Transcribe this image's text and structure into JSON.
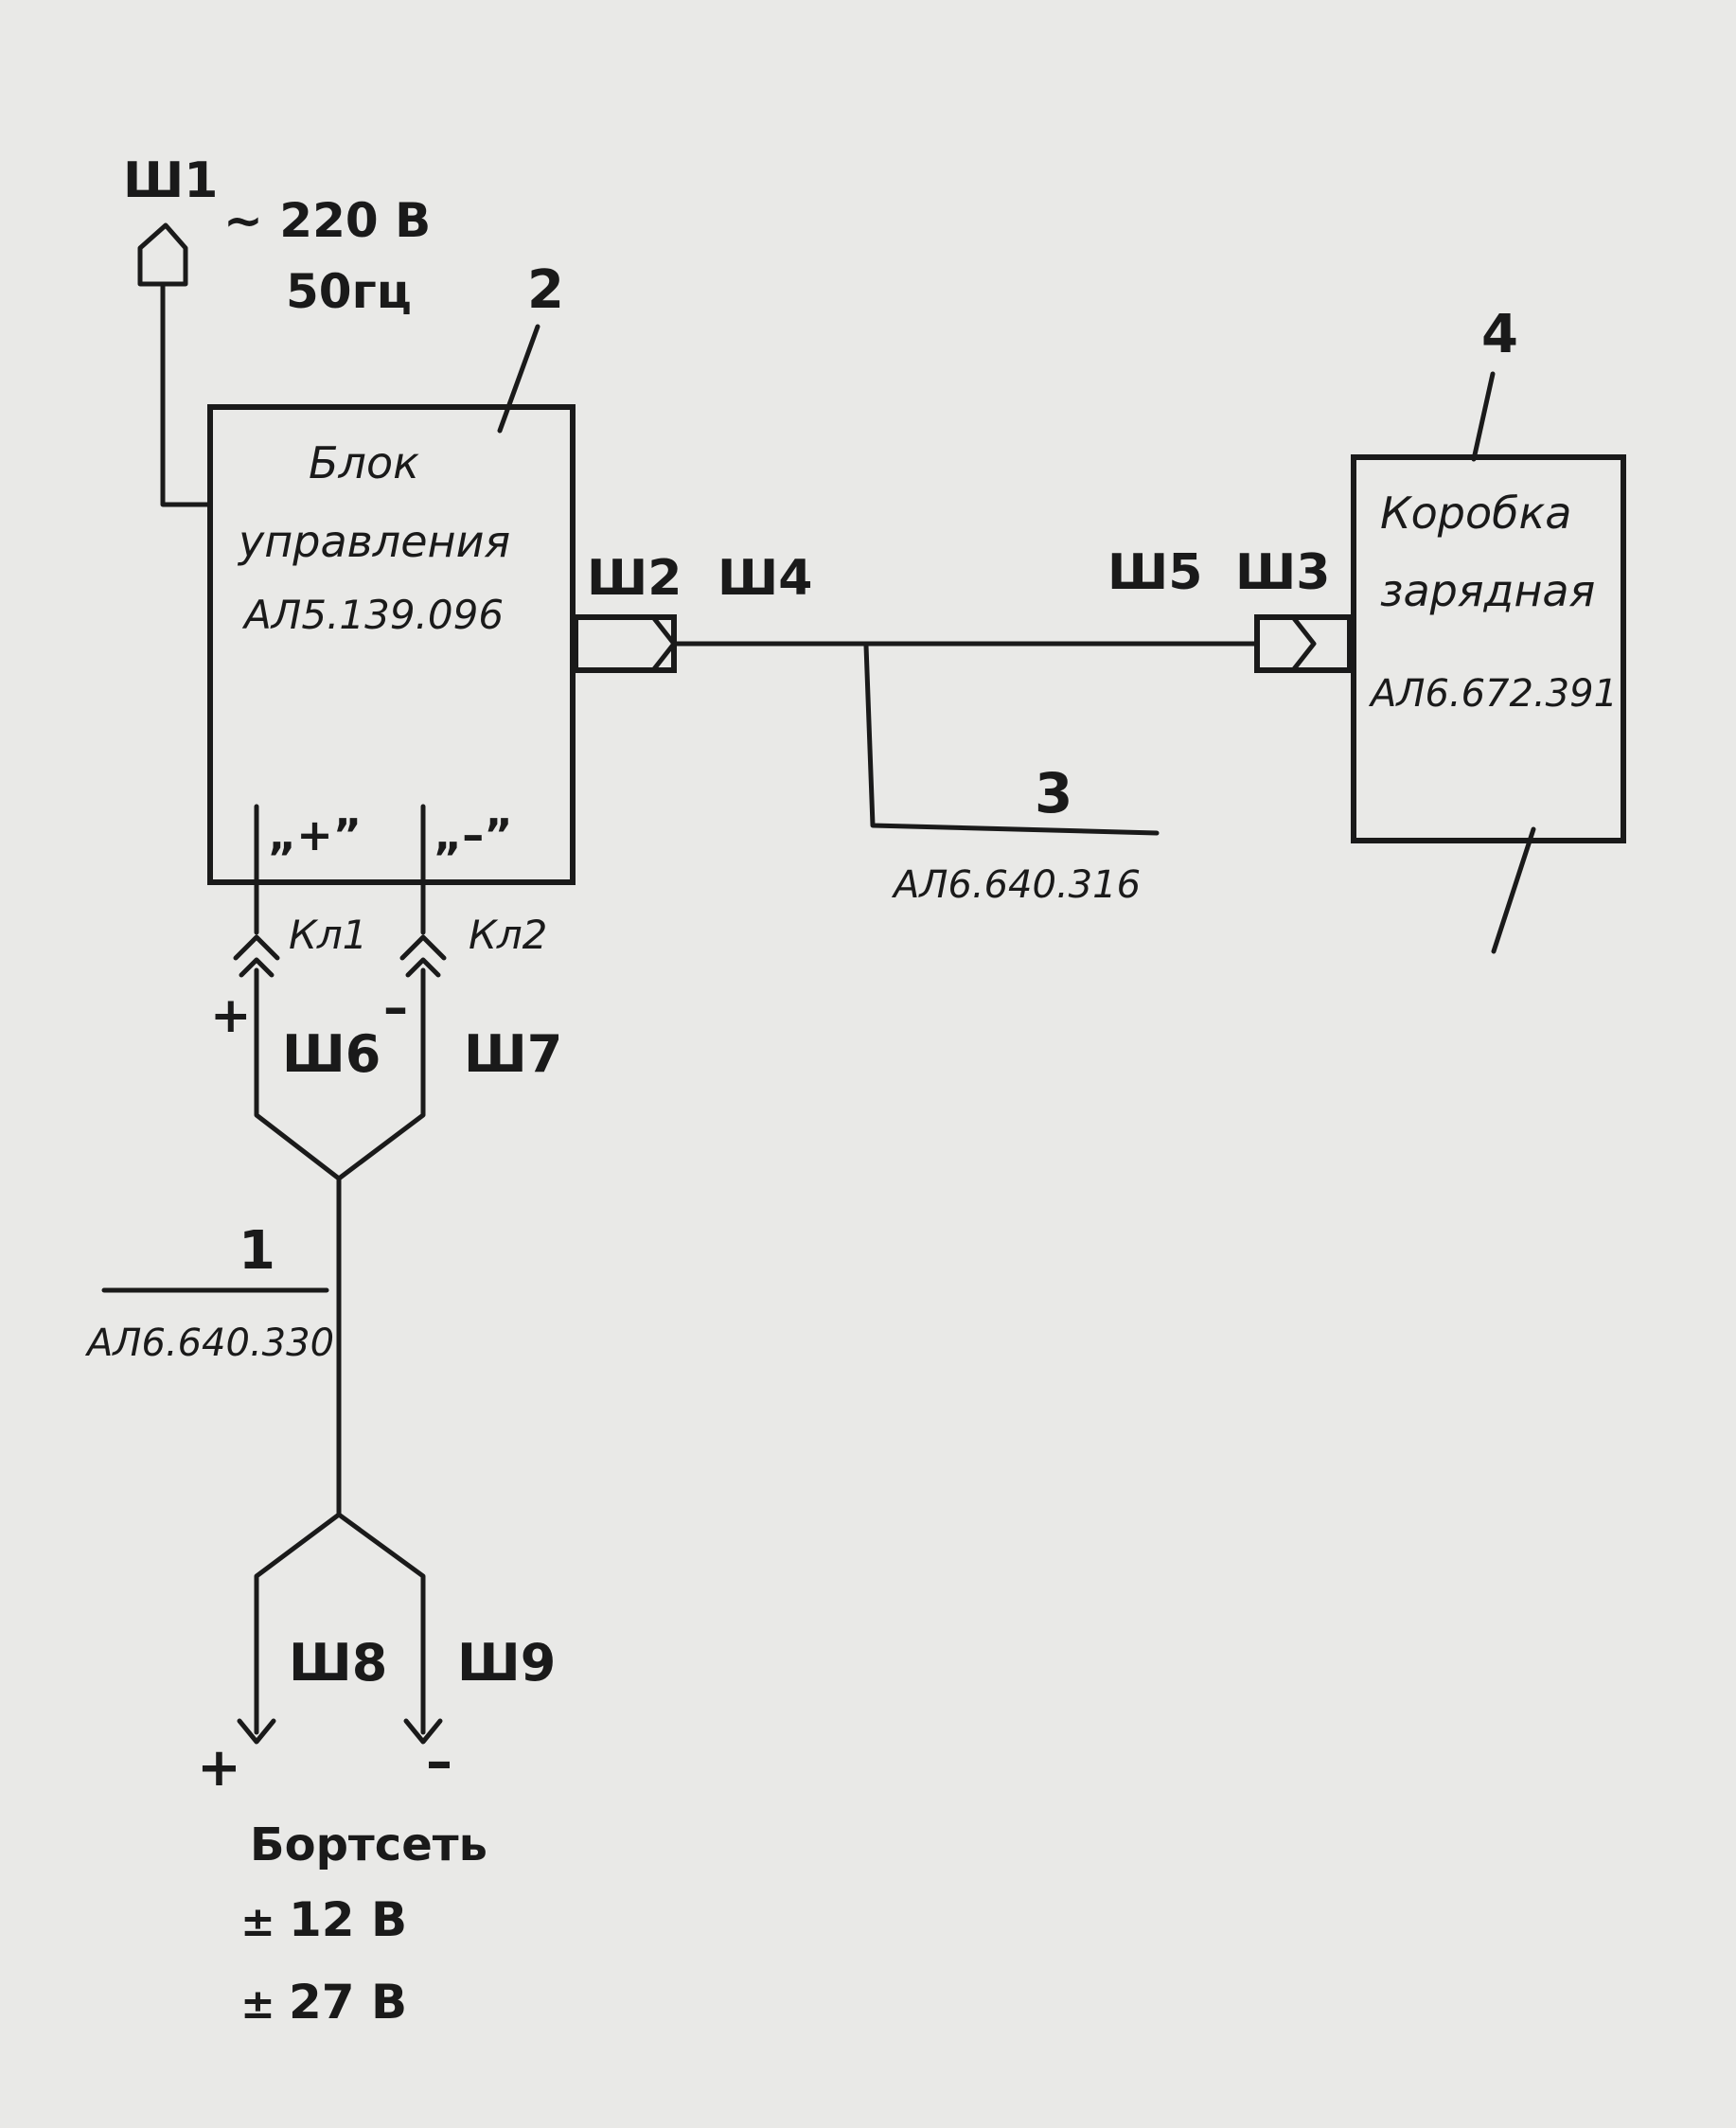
{
  "connectors": {
    "sh1": "Ш1",
    "sh2": "Ш2",
    "sh3": "Ш3",
    "sh4": "Ш4",
    "sh5": "Ш5",
    "sh6": "Ш6",
    "sh7": "Ш7",
    "sh8": "Ш8",
    "sh9": "Ш9"
  },
  "power": {
    "voltage": "~ 220 В",
    "frequency": "50гц"
  },
  "control_unit": {
    "number": "2",
    "name_line1": "Блок",
    "name_line2": "управления",
    "code": "АЛ5.139.096",
    "plus_label": "„+”",
    "minus_label": "„–”",
    "clamp1": "Кл1",
    "clamp2": "Кл2"
  },
  "charging_box": {
    "number": "4",
    "name_line1": "Коробка",
    "name_line2": "зарядная",
    "code": "АЛ6.672.391"
  },
  "cable3": {
    "number": "3",
    "code": "АЛ6.640.316"
  },
  "cable1": {
    "number": "1",
    "code": "АЛ6.640.330"
  },
  "polarity": {
    "plus": "+",
    "minus": "–"
  },
  "onboard": {
    "title": "Бортсеть",
    "v1": "12 В",
    "v2": "27 В",
    "sign": "±"
  }
}
